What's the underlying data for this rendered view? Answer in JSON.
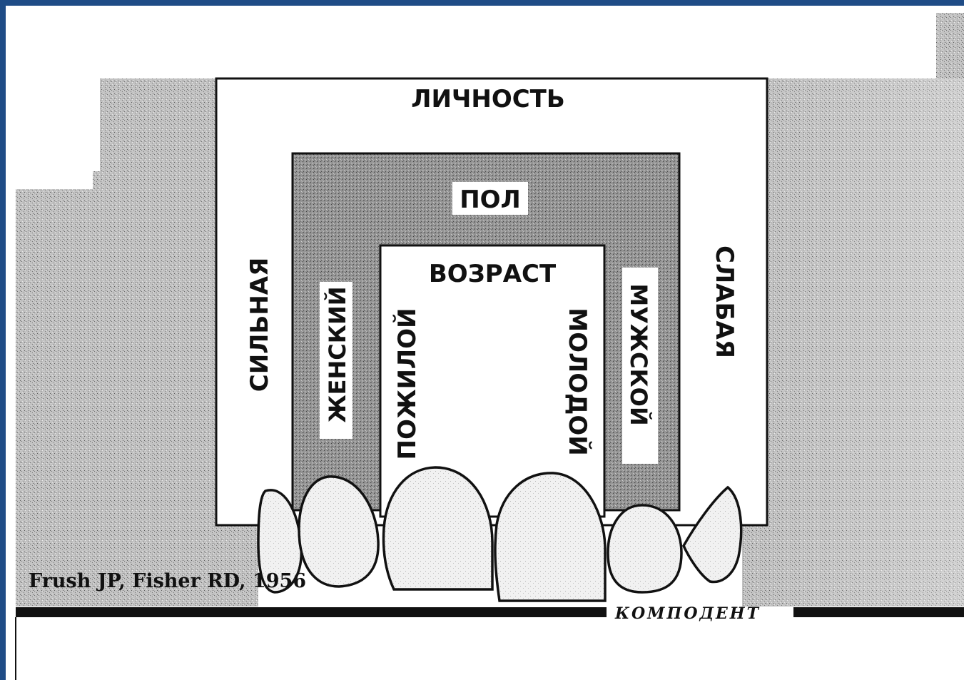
{
  "diagram": {
    "personality": {
      "title": "ЛИЧНОСТЬ",
      "left_label": "СИЛЬНАЯ",
      "right_label": "СЛАБАЯ"
    },
    "sex": {
      "title": "ПОЛ",
      "left_label": "ЖЕНСКИЙ",
      "right_label": "МУЖСКОЙ"
    },
    "age": {
      "title": "ВОЗРАСТ",
      "left_label": "ПОЖИЛОЙ",
      "right_label": "МОЛОДОЙ"
    },
    "credit": "Frush JP, Fisher RD, 1956",
    "watermark": "КОМПОДЕНТ"
  },
  "colors": {
    "frame": "#1f4c86",
    "paper": "#ffffff",
    "ink": "#111111",
    "outer_texture": "#b9b9b9",
    "sex_band_texture": "#8f8f8f"
  }
}
